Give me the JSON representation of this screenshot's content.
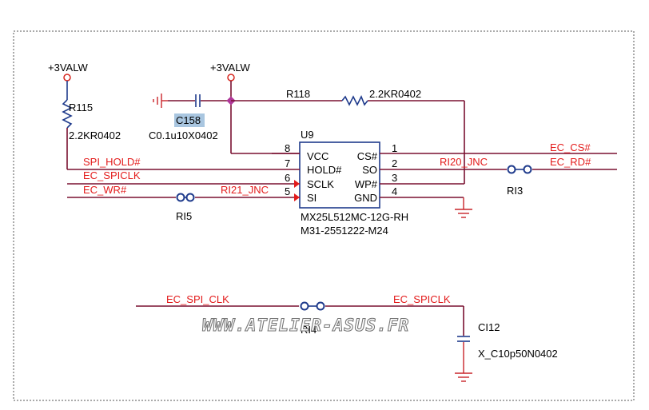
{
  "power": {
    "left": "+3VALW",
    "right": "+3VALW"
  },
  "resistors": {
    "r115_ref": "R115",
    "r115_val": "2.2KR0402",
    "r118_ref": "R118",
    "r118_val": "2.2KR0402"
  },
  "capacitors": {
    "c158_ref": "C158",
    "c158_val": "C0.1u10X0402",
    "c112_ref": "CI12",
    "c112_val": "X_C10p50N0402"
  },
  "chip": {
    "ref": "U9",
    "part": "MX25L512MC-12G-RH",
    "pn": "M31-2551222-M24",
    "left_pins": [
      {
        "num": "8",
        "name": "VCC"
      },
      {
        "num": "7",
        "name": "HOLD#"
      },
      {
        "num": "6",
        "name": "SCLK"
      },
      {
        "num": "5",
        "name": "SI"
      }
    ],
    "right_pins": [
      {
        "num": "1",
        "name": "CS#"
      },
      {
        "num": "2",
        "name": "SO"
      },
      {
        "num": "3",
        "name": "WP#"
      },
      {
        "num": "4",
        "name": "GND"
      }
    ]
  },
  "nets": {
    "spi_hold": "SPI_HOLD#",
    "ec_spiclk_left": "EC_SPICLK",
    "ec_wr": "EC_WR#",
    "ri21": "RI21_JNC",
    "ri20": "RI20_JNC",
    "ec_cs": "EC_CS#",
    "ec_rd": "EC_RD#",
    "ec_spi_clk": "EC_SPI_CLK",
    "ec_spiclk_bottom": "EC_SPICLK"
  },
  "jumpers": {
    "ri5": "RI5",
    "ri3": "RI3",
    "ri4": "RI4"
  },
  "watermark": "WWW.ATELIER-ASUS.FR",
  "colors": {
    "net_label": "#e31b1b",
    "wire": "#7a1030",
    "component": "#1f3b8c",
    "highlight": "#a9c6e0"
  }
}
